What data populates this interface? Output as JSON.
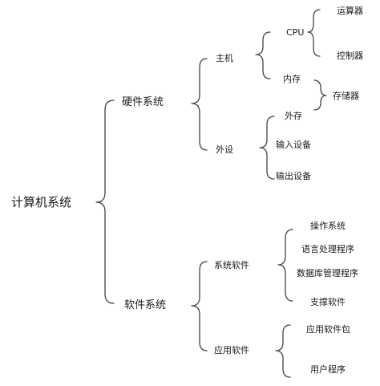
{
  "root": "计算机系统",
  "hardware": {
    "label": "硬件系统",
    "host": {
      "label": "主机",
      "cpu": {
        "label": "CPU",
        "children": [
          "运算器",
          "控制器"
        ]
      },
      "memory": "内存"
    },
    "peripheral": {
      "label": "外设",
      "children": [
        "外存",
        "输入设备",
        "输出设备"
      ]
    },
    "storage": "存储器"
  },
  "software": {
    "label": "软件系统",
    "system": {
      "label": "系统软件",
      "children": [
        "操作系统",
        "语言处理程序",
        "数据库管理程序",
        "支撑软件"
      ]
    },
    "application": {
      "label": "应用软件",
      "children": [
        "应用软件包",
        "用户程序"
      ]
    }
  },
  "colors": {
    "text": "#1a1a1a",
    "brace": "#444444"
  }
}
